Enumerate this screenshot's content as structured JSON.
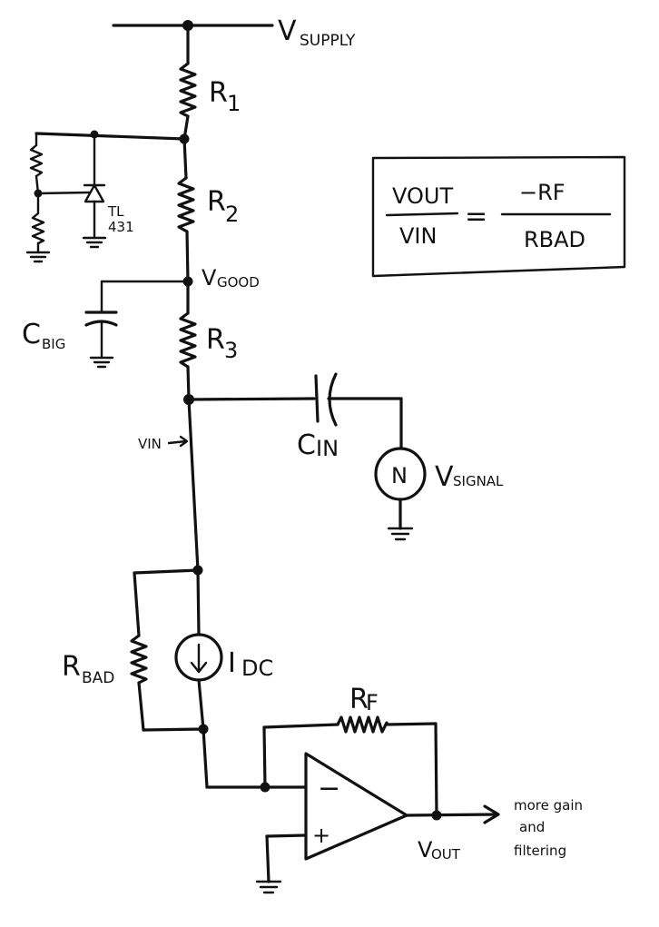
{
  "labels": {
    "supply": "V",
    "supply_sub": "SUPPLY",
    "r1": "R",
    "r1_sub": "1",
    "r2": "R",
    "r2_sub": "2",
    "r3": "R",
    "r3_sub": "3",
    "tl_line1": "TL",
    "tl_line2": "431",
    "vgood": "V",
    "vgood_sub": "GOOD",
    "cbig": "C",
    "cbig_sub": "BIG",
    "vin_node": "VIN",
    "cin": "C",
    "cin_sub": "IN",
    "vsignal": "V",
    "vsignal_sub": "SIGNAL",
    "source_symbol": "N",
    "rbad": "R",
    "rbad_sub": "BAD",
    "idc": "I",
    "idc_sub": "DC",
    "rf": "R",
    "rf_sub": "F",
    "minus": "−",
    "plus": "+",
    "vout": "V",
    "vout_sub": "OUT",
    "note_line1": "more gain",
    "note_line2": "and",
    "note_line3": "filtering"
  },
  "formula": {
    "num": "VOUT",
    "den": "VIN",
    "equals": "=",
    "rhs_num": "−RF",
    "rhs_den": "RBAD"
  }
}
